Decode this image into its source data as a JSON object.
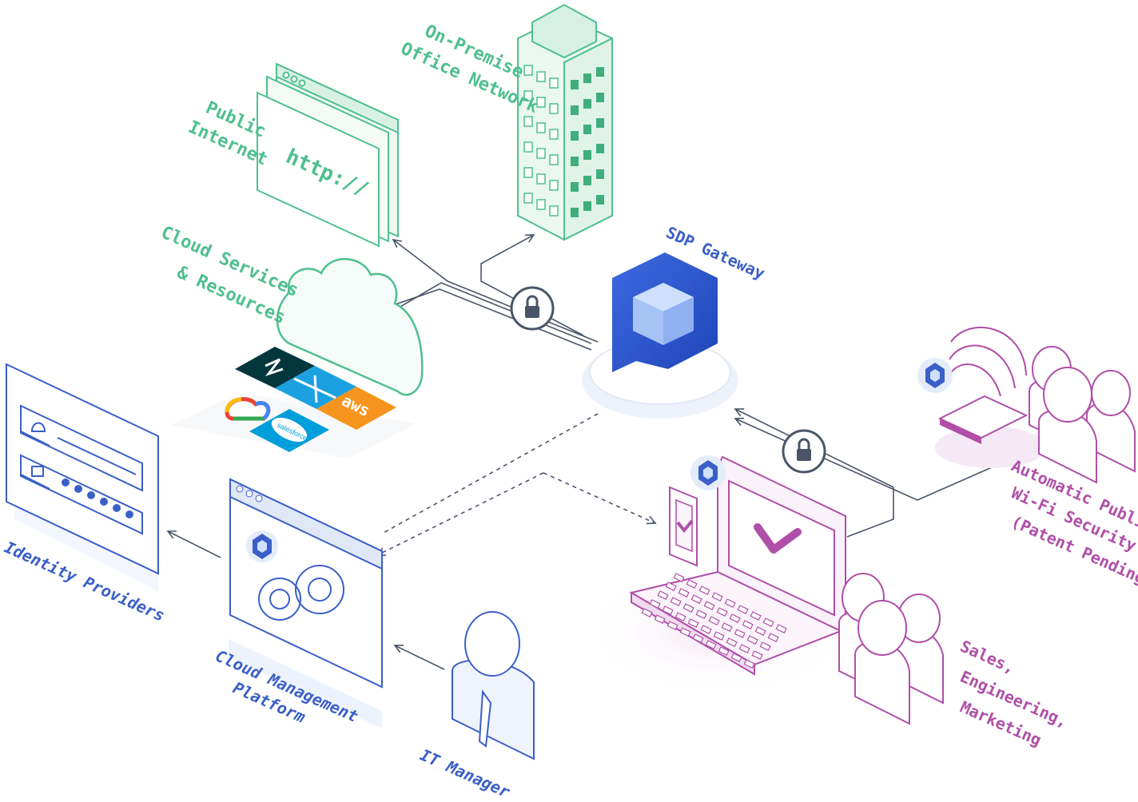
{
  "labels": {
    "on_premise_1": "On-Premise",
    "on_premise_2": "Office Network",
    "public_1": "Public",
    "public_2": "Internet",
    "http": "http://",
    "cloud_1": "Cloud Services",
    "cloud_2": "& Resources",
    "sdp_gateway": "SDP Gateway",
    "identity": "Identity Providers",
    "cmp_1": "Cloud Management",
    "cmp_2": "Platform",
    "it_manager": "IT Manager",
    "wifi_1": "Automatic Public",
    "wifi_2": "Wi-Fi Security",
    "wifi_3": "(Patent Pending)",
    "users_1": "Sales,",
    "users_2": "Engineering,",
    "users_3": "Marketing",
    "aws": "aws",
    "salesforce": "salesforce"
  },
  "colors": {
    "green": "#4fbf8f",
    "blue": "#3a5fc8",
    "purple": "#b04fa8",
    "line": "#4a5568",
    "aws": "#f7941d",
    "windows": "#1ba1e2",
    "zendesk": "#03363d",
    "salesforce": "#009edb"
  },
  "icons": [
    "lock-icon",
    "gear-icon",
    "check-icon",
    "wifi-icon",
    "cube-icon"
  ]
}
